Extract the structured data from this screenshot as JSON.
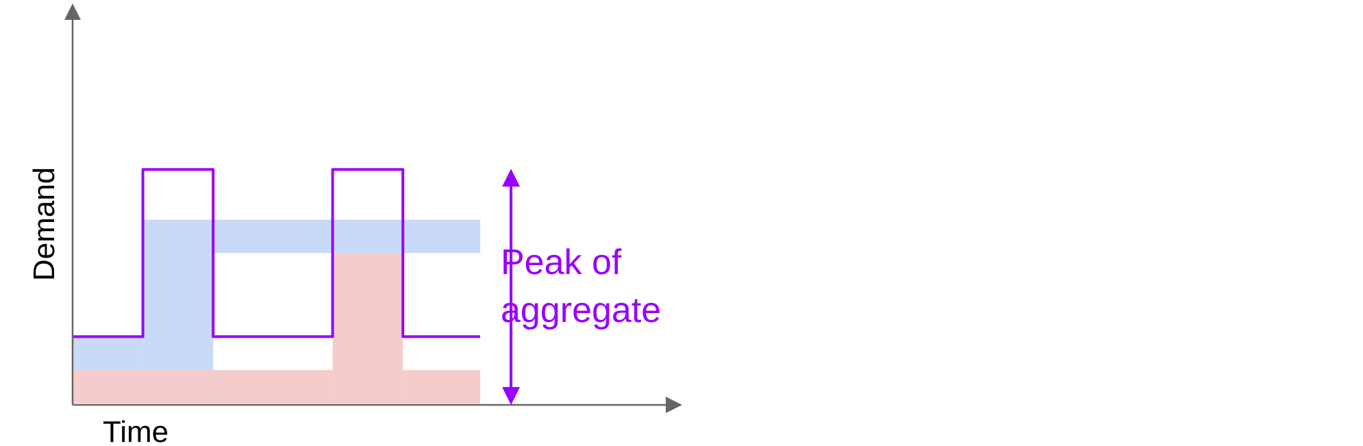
{
  "chart_data": {
    "type": "area",
    "xlabel": "Time",
    "ylabel": "Demand",
    "annotation": "Peak of aggregate",
    "annotation_lines": [
      "Peak of",
      "aggregate"
    ],
    "grid": false,
    "ticks": false,
    "series": [
      {
        "color": "#f4cccc",
        "segments": [
          {
            "x0": 0,
            "x1": 3.7,
            "y": 1
          },
          {
            "x0": 3.7,
            "x1": 4.7,
            "y": 4.5
          },
          {
            "x0": 4.7,
            "x1": 5.8,
            "y": 1
          }
        ]
      },
      {
        "color": "#c9daf8",
        "segments": [
          {
            "x0": 0,
            "x1": 1,
            "y": 1
          },
          {
            "x0": 1,
            "x1": 2,
            "y": 4.5
          },
          {
            "x0": 2,
            "x1": 5.8,
            "y": 1
          }
        ]
      }
    ],
    "aggregate": {
      "color": "#9900ff",
      "points": [
        [
          0,
          2
        ],
        [
          1,
          2
        ],
        [
          1,
          7
        ],
        [
          2,
          7
        ],
        [
          2,
          2
        ],
        [
          3.7,
          2
        ],
        [
          3.7,
          7
        ],
        [
          4.7,
          7
        ],
        [
          4.7,
          2
        ],
        [
          5.8,
          2
        ]
      ]
    },
    "peak_value": 7,
    "axis_color": "#666666"
  }
}
